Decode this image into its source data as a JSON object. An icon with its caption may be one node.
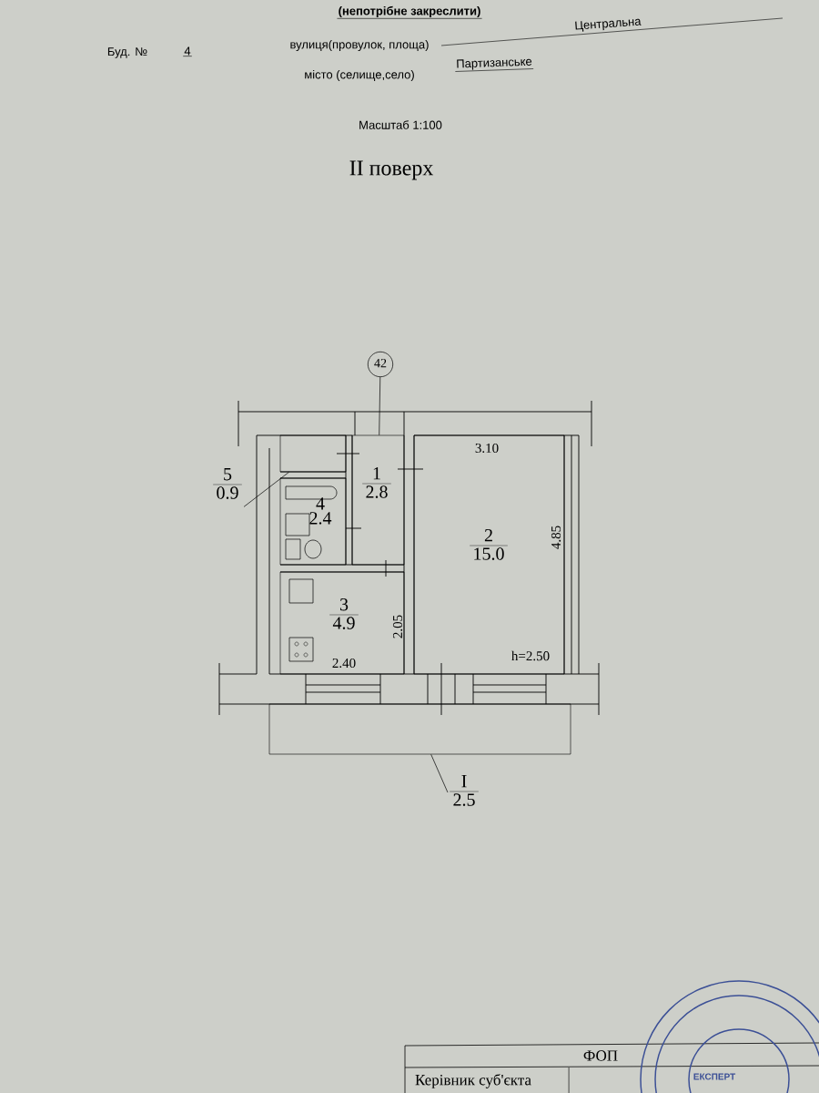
{
  "diagram": {
    "title": "II поверх",
    "nodes": [
      {
        "text": [
          "1",
          "2.8"
        ]
      },
      {
        "text": [
          "2",
          "15.0"
        ]
      },
      {
        "text": [
          "3",
          "4.9"
        ]
      },
      {
        "text": [
          "4",
          "2.4"
        ]
      },
      {
        "text": [],
        "shape": "box"
      },
      {
        "text": [
          "5",
          "0.9"
        ]
      },
      {
        "text": [],
        "shape": "box"
      },
      {
        "text": [
          "I",
          "2.5"
        ]
      },
      {
        "text": [
          "42"
        ]
      }
    ],
    "edges": [
      {
        "from": 5,
        "to": 4,
        "arrow": "none"
      },
      {
        "from": 7,
        "to": 6,
        "arrow": "none"
      },
      {
        "from": 8,
        "to": 0,
        "arrow": "none"
      }
    ],
    "labels": [
      "(непотрібне закреслити)",
      "Буд. №",
      "4",
      "вулиця(провулок, площа)",
      "Центральна",
      "місто (селище,село)",
      "Партизанське",
      "Масштаб 1:100",
      "3.10",
      "4.85",
      "2.05",
      "2.40",
      "h=2.50",
      "ФОП",
      "Керівник суб'єкта",
      "ЕКСПЕРТ"
    ]
  }
}
